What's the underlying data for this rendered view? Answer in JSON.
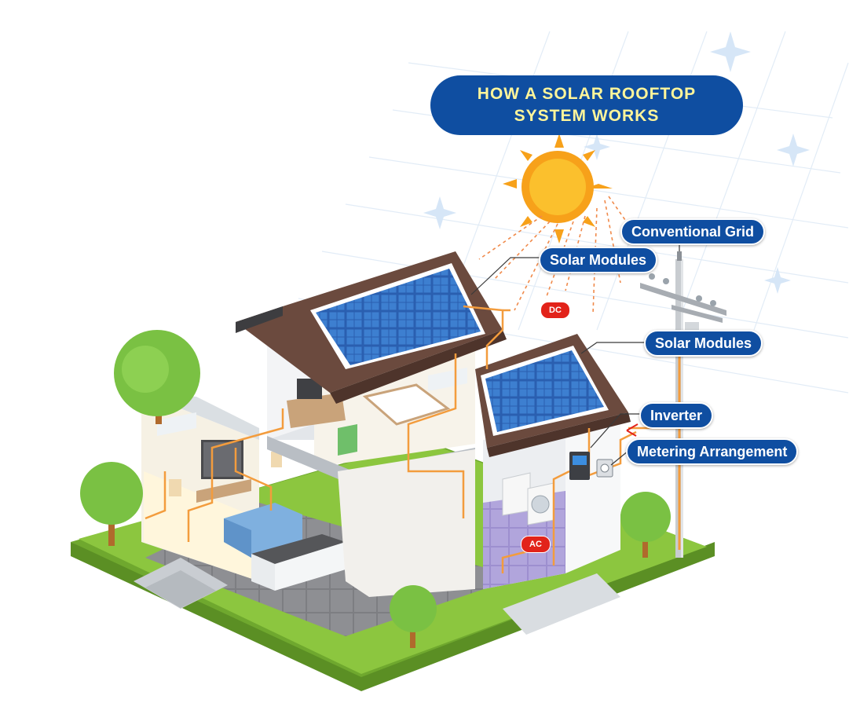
{
  "title": {
    "line1": "HOW A SOLAR ROOFTOP",
    "line2": "SYSTEM WORKS"
  },
  "labels": {
    "conventional_grid": "Conventional Grid",
    "solar_modules_top": "Solar Modules",
    "solar_modules_right": "Solar Modules",
    "inverter": "Inverter",
    "metering": "Metering Arrangement"
  },
  "tags": {
    "dc": "DC",
    "ac": "AC"
  },
  "colors": {
    "title_bg": "#0f4ea1",
    "title_text": "#fff59a",
    "label_bg": "#0f4ea1",
    "tag_red": "#e2231a",
    "wire": "#f39c3d",
    "sun": "#f7a11a",
    "grass": "#8cc63f",
    "panel": "#2a5fb0",
    "roof": "#6b4a3e"
  },
  "icons": [
    "sun-icon",
    "solar-panel-icon",
    "utility-pole-icon",
    "inverter-icon",
    "meter-icon",
    "tree-icon"
  ]
}
